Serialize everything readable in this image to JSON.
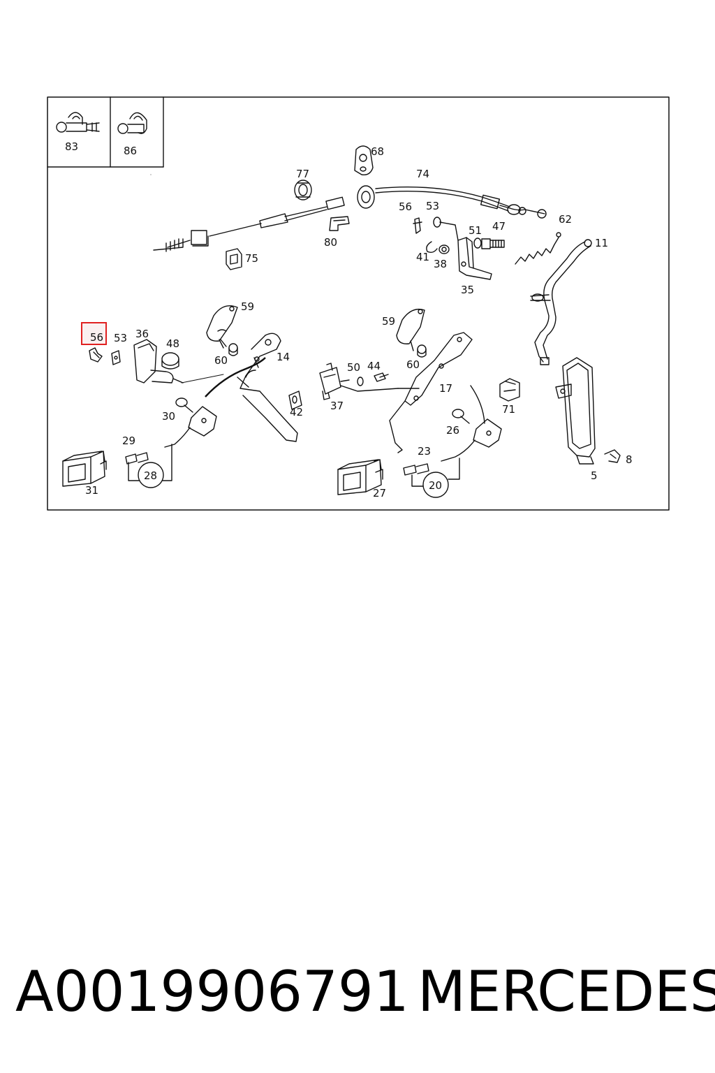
{
  "diagram": {
    "highlighted_label": "56",
    "highlight_color": "#e02020",
    "labels": {
      "p83": "83",
      "p86": "86",
      "p68": "68",
      "p77": "77",
      "p74": "74",
      "p56a": "56",
      "p53a": "53",
      "p62": "62",
      "p51": "51",
      "p47": "47",
      "p11": "11",
      "p80": "80",
      "p41": "41",
      "p38": "38",
      "p75": "75",
      "p35": "35",
      "p59a": "59",
      "p59b": "59",
      "p56b": "56",
      "p53b": "53",
      "p36": "36",
      "p48": "48",
      "p60a": "60",
      "p14": "14",
      "p50": "50",
      "p44": "44",
      "p60b": "60",
      "p17": "17",
      "p37": "37",
      "p71": "71",
      "p42": "42",
      "p30": "30",
      "p26": "26",
      "p29": "29",
      "p23": "23",
      "p28": "28",
      "p20": "20",
      "p8": "8",
      "p31": "31",
      "p27": "27",
      "p5": "5"
    }
  },
  "footer": {
    "part_number": "A0019906791",
    "brand": "MERCEDES"
  }
}
